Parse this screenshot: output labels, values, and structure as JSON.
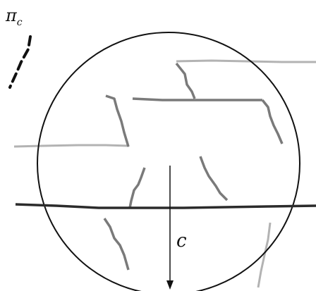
{
  "labels": {
    "plane": "π",
    "plane_subscript": "c",
    "vector": "c"
  },
  "colors": {
    "background": "#ffffff",
    "outline": "#111111",
    "dark_line": "#2b2b2b",
    "mid_gray": "#7a7a7a",
    "light_gray": "#b3b3b3"
  }
}
